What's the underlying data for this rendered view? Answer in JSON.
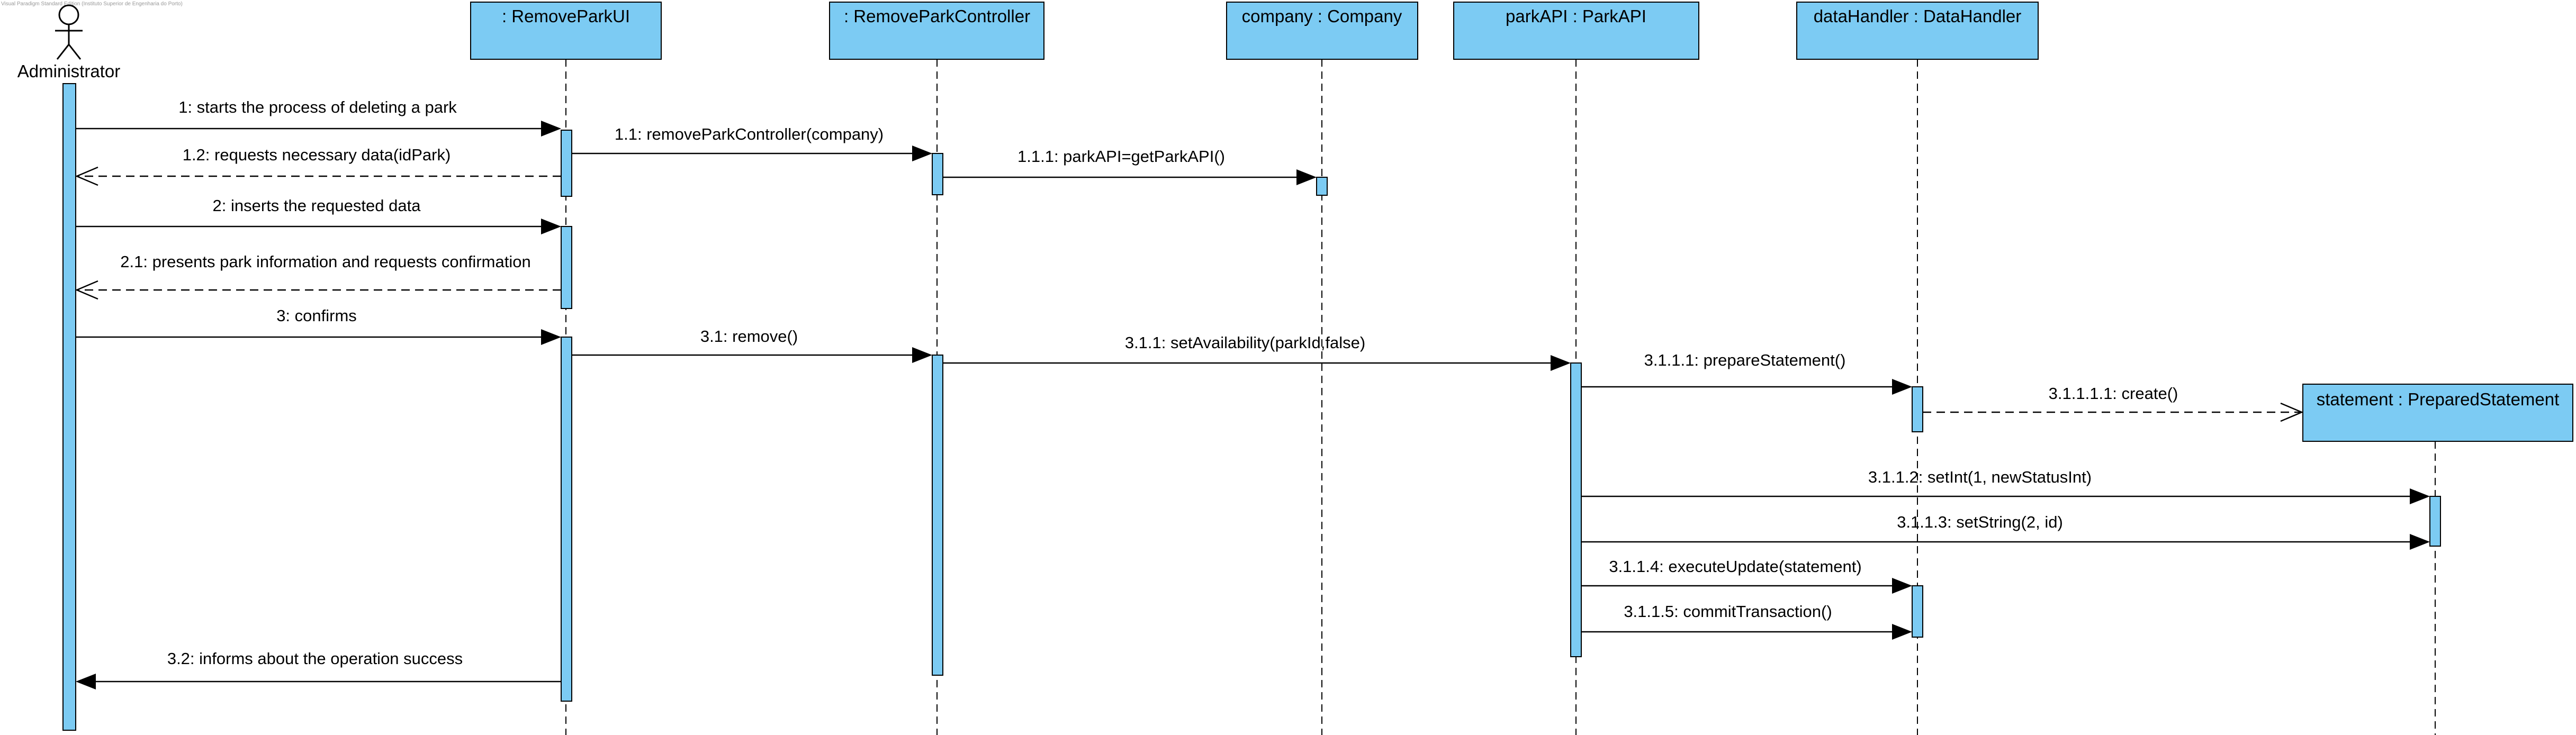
{
  "diagram": {
    "watermark": "Visual Paradigm Standard Edition (Instituto Superior de Engenharia do Porto)",
    "actor": {
      "name": "Administrator",
      "icon": "stick-figure-icon"
    },
    "lifelines": [
      {
        "id": "ui",
        "label": ": RemoveParkUI"
      },
      {
        "id": "ctrl",
        "label": ": RemoveParkController"
      },
      {
        "id": "company",
        "label": "company : Company"
      },
      {
        "id": "api",
        "label": "parkAPI : ParkAPI"
      },
      {
        "id": "handler",
        "label": "dataHandler : DataHandler"
      },
      {
        "id": "statement",
        "label": "statement : PreparedStatement"
      }
    ],
    "messages": [
      {
        "label": "1: starts the process of deleting a park",
        "from": "actor",
        "to": "ui",
        "kind": "sync"
      },
      {
        "label": "1.1: removeParkController(company)",
        "from": "ui",
        "to": "ctrl",
        "kind": "sync"
      },
      {
        "label": "1.2: requests necessary data(idPark)",
        "from": "ui",
        "to": "actor",
        "kind": "return"
      },
      {
        "label": "1.1.1: parkAPI=getParkAPI()",
        "from": "ctrl",
        "to": "company",
        "kind": "sync"
      },
      {
        "label": "2: inserts the requested data",
        "from": "actor",
        "to": "ui",
        "kind": "sync"
      },
      {
        "label": "2.1: presents park information and requests confirmation",
        "from": "ui",
        "to": "actor",
        "kind": "return"
      },
      {
        "label": "3: confirms",
        "from": "actor",
        "to": "ui",
        "kind": "sync"
      },
      {
        "label": "3.1: remove()",
        "from": "ui",
        "to": "ctrl",
        "kind": "sync"
      },
      {
        "label": "3.1.1: setAvailability(parkId,false)",
        "from": "ctrl",
        "to": "api",
        "kind": "sync"
      },
      {
        "label": "3.1.1.1: prepareStatement()",
        "from": "api",
        "to": "handler",
        "kind": "sync"
      },
      {
        "label": "3.1.1.1.1: create()",
        "from": "handler",
        "to": "statement",
        "kind": "create"
      },
      {
        "label": "3.1.1.2: setInt(1, newStatusInt)",
        "from": "api",
        "to": "statement",
        "kind": "sync"
      },
      {
        "label": "3.1.1.3: setString(2, id)",
        "from": "api",
        "to": "statement",
        "kind": "sync"
      },
      {
        "label": "3.1.1.4: executeUpdate(statement)",
        "from": "api",
        "to": "handler",
        "kind": "sync"
      },
      {
        "label": "3.1.1.5: commitTransaction()",
        "from": "api",
        "to": "handler",
        "kind": "sync"
      },
      {
        "label": "3.2: informs about the operation success",
        "from": "ui",
        "to": "actor",
        "kind": "sync"
      }
    ],
    "colors": {
      "box_fill": "#7ccbf3",
      "stroke": "#000000"
    }
  }
}
